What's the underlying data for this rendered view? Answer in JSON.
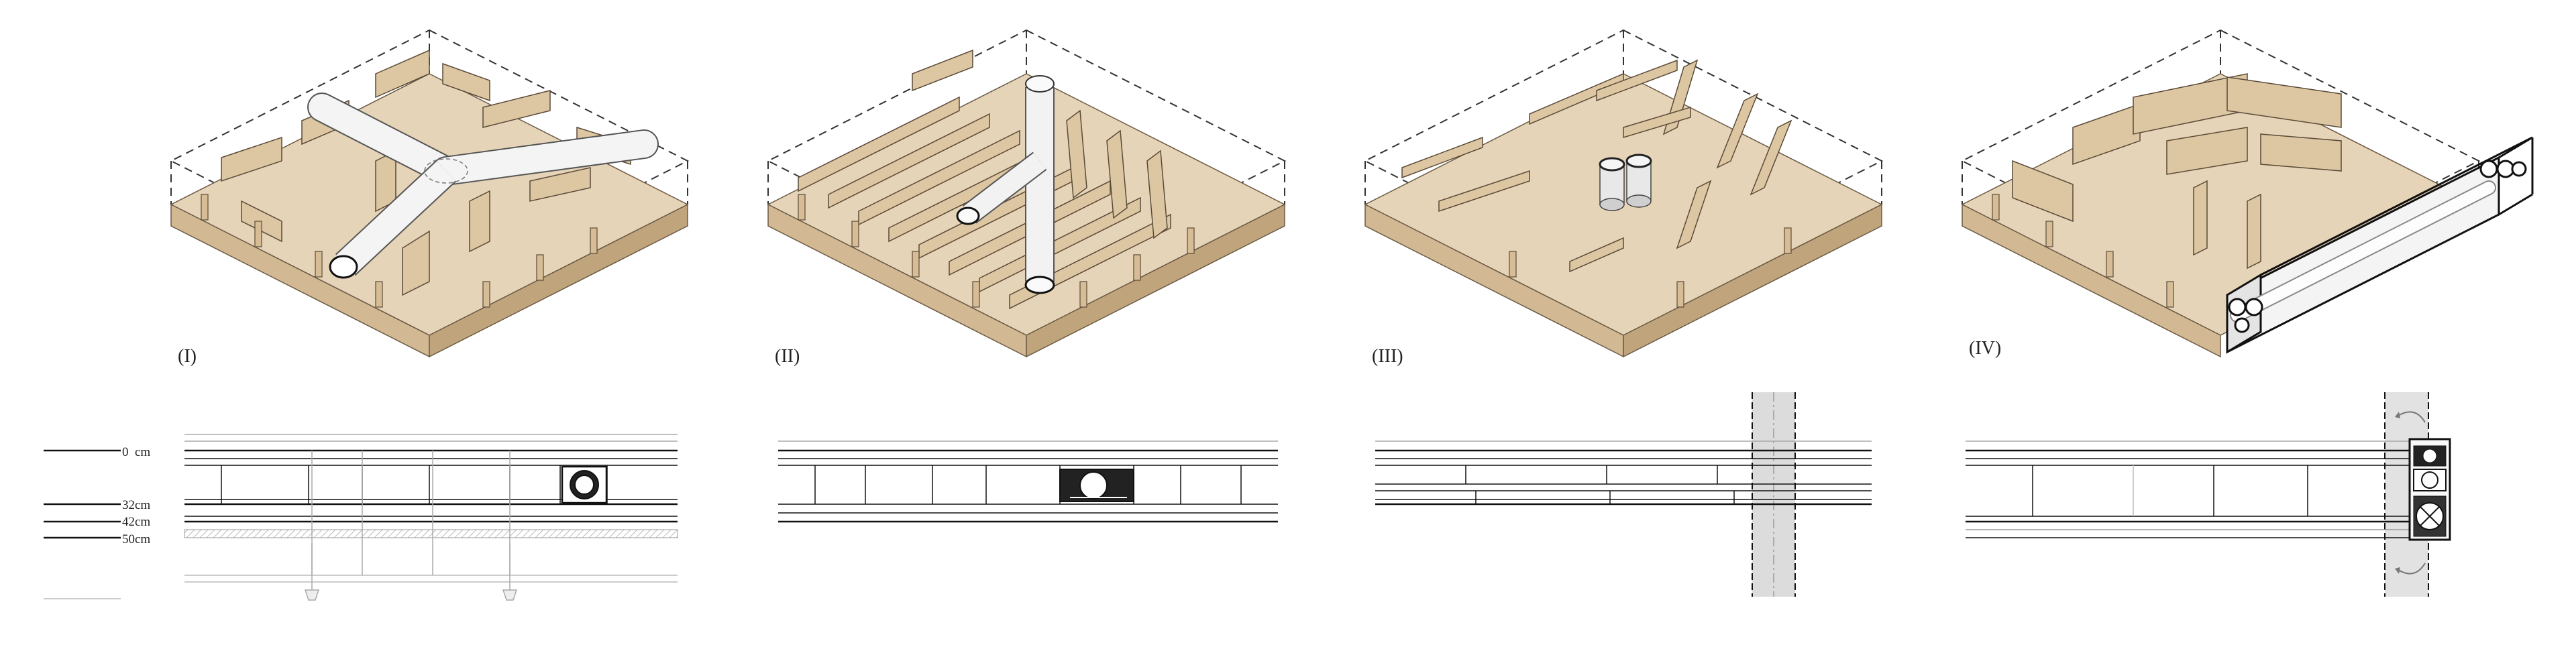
{
  "panels": [
    {
      "label": "(I)",
      "variant": "radial-duct",
      "section": "hanging-grid"
    },
    {
      "label": "(II)",
      "variant": "branch-duct",
      "section": "floor-duct"
    },
    {
      "label": "(III)",
      "variant": "vertical-shaft",
      "section": "shaft"
    },
    {
      "label": "(IV)",
      "variant": "edge-duct",
      "section": "facade-unit"
    }
  ],
  "depth_legend": [
    {
      "label": "0  cm"
    },
    {
      "label": "32cm"
    },
    {
      "label": "42cm"
    },
    {
      "label": "50cm"
    }
  ],
  "colors": {
    "wood_top": "#e6d4b8",
    "wood_grain": "#d8c3a2",
    "wood_side": "#d2b994",
    "wood_side_dark": "#c0a47c",
    "pipe": "#eeeeee",
    "line": "#222222",
    "shaft_fill": "#dcdcdc"
  }
}
